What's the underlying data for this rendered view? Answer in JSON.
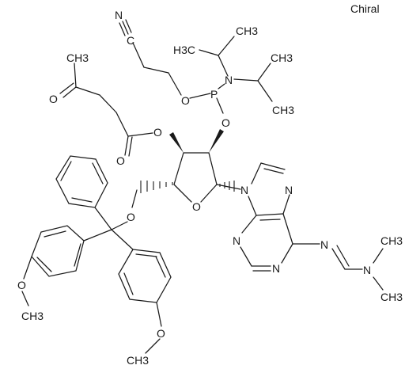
{
  "tag": "Chiral",
  "atoms": {
    "nitrile_n": "N",
    "nitrile_c": "C",
    "p": "P",
    "amine_n": "N",
    "ch3_a": "H3C",
    "ch3_b": "CH3",
    "ch3_c": "CH3",
    "ch3_d": "CH3",
    "o_poc": "O",
    "o_phos": "O",
    "o_ketone": "O",
    "ch3_ketone": "CH3",
    "o_ester": "O",
    "o_carbonyl": "O",
    "o_ring": "O",
    "o_trityl": "O",
    "n9": "N",
    "n7": "N",
    "n3": "N",
    "n1": "N",
    "n_imine": "N",
    "n_dimethyl": "N",
    "ch3_nme_a": "CH3",
    "ch3_nme_b": "CH3",
    "o_meo_a": "O",
    "ch3_meo_a": "CH3",
    "o_meo_b": "O",
    "ch3_meo_b": "CH3"
  }
}
